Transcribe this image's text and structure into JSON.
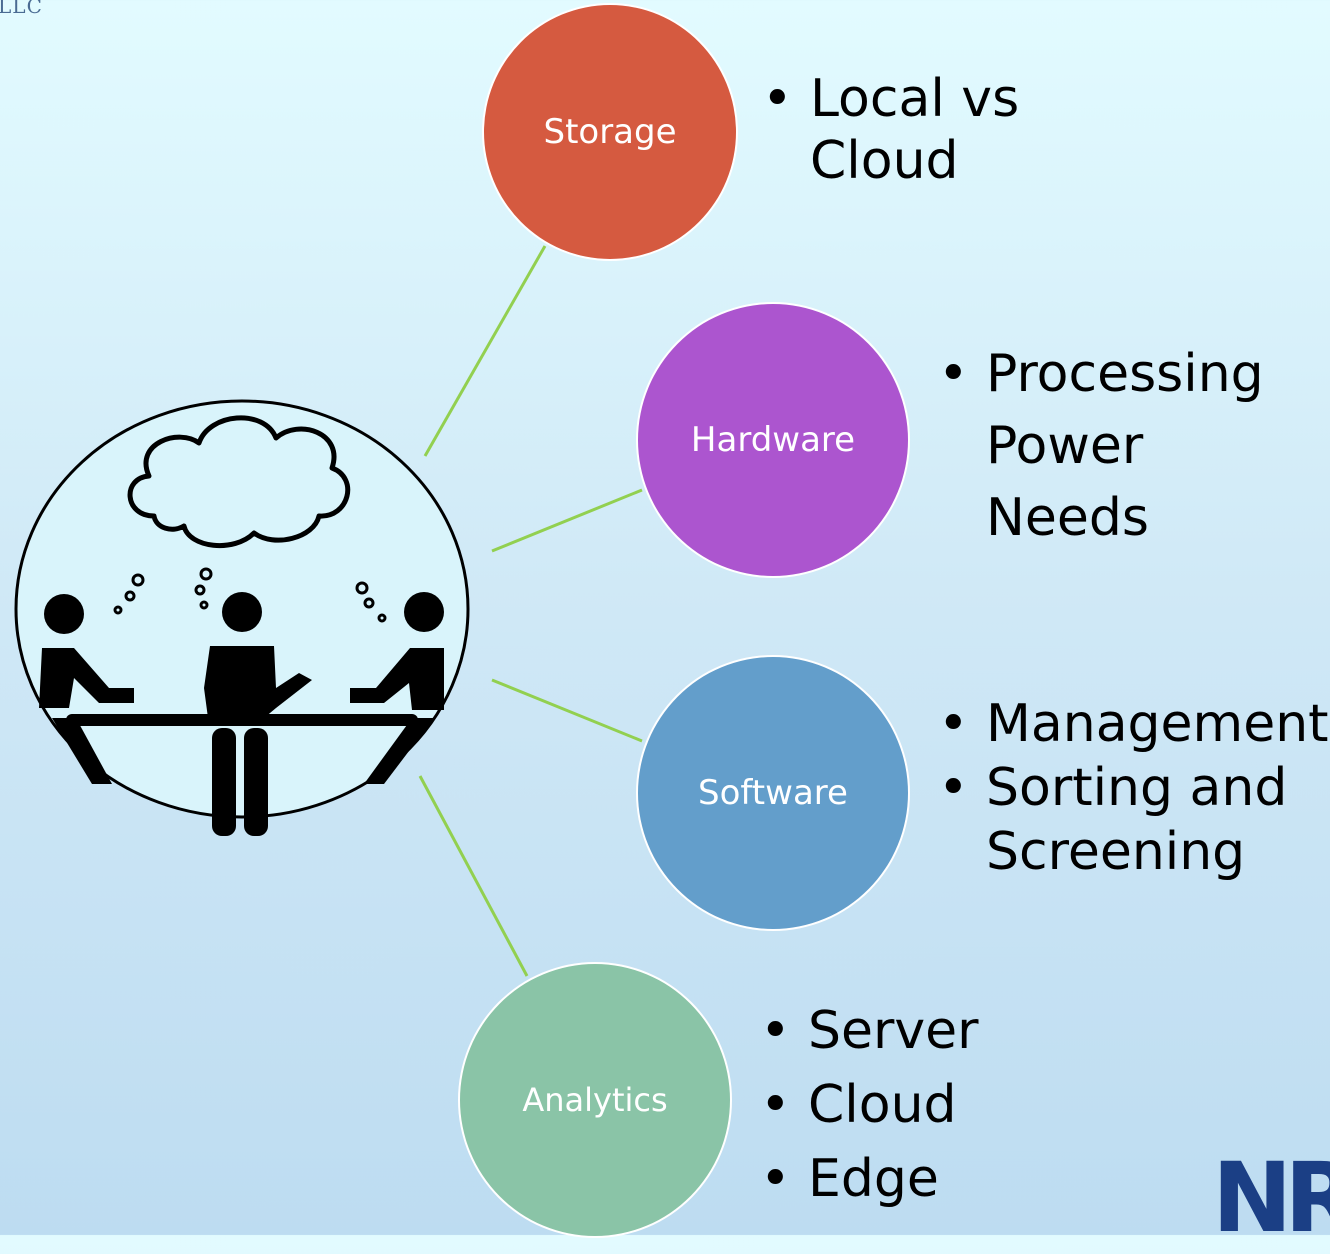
{
  "corner_text": "LLC",
  "logo_text": "NR",
  "colors": {
    "storage": "#d55a40",
    "hardware": "#ac55cf",
    "software": "#639ecb",
    "analytics": "#8ac4a7",
    "connector": "#92d050",
    "logo": "#1b3f85"
  },
  "nodes": [
    {
      "label": "Storage",
      "bullets": [
        "Local vs Cloud"
      ]
    },
    {
      "label": "Hardware",
      "bullets": [
        "Processing Power Needs"
      ]
    },
    {
      "label": "Software",
      "bullets": [
        "Management",
        "Sorting and Screening"
      ]
    },
    {
      "label": "Analytics",
      "bullets": [
        "Server",
        "Cloud",
        "Edge"
      ]
    }
  ],
  "center_image": {
    "icon": "people-thinking-at-table-icon"
  }
}
